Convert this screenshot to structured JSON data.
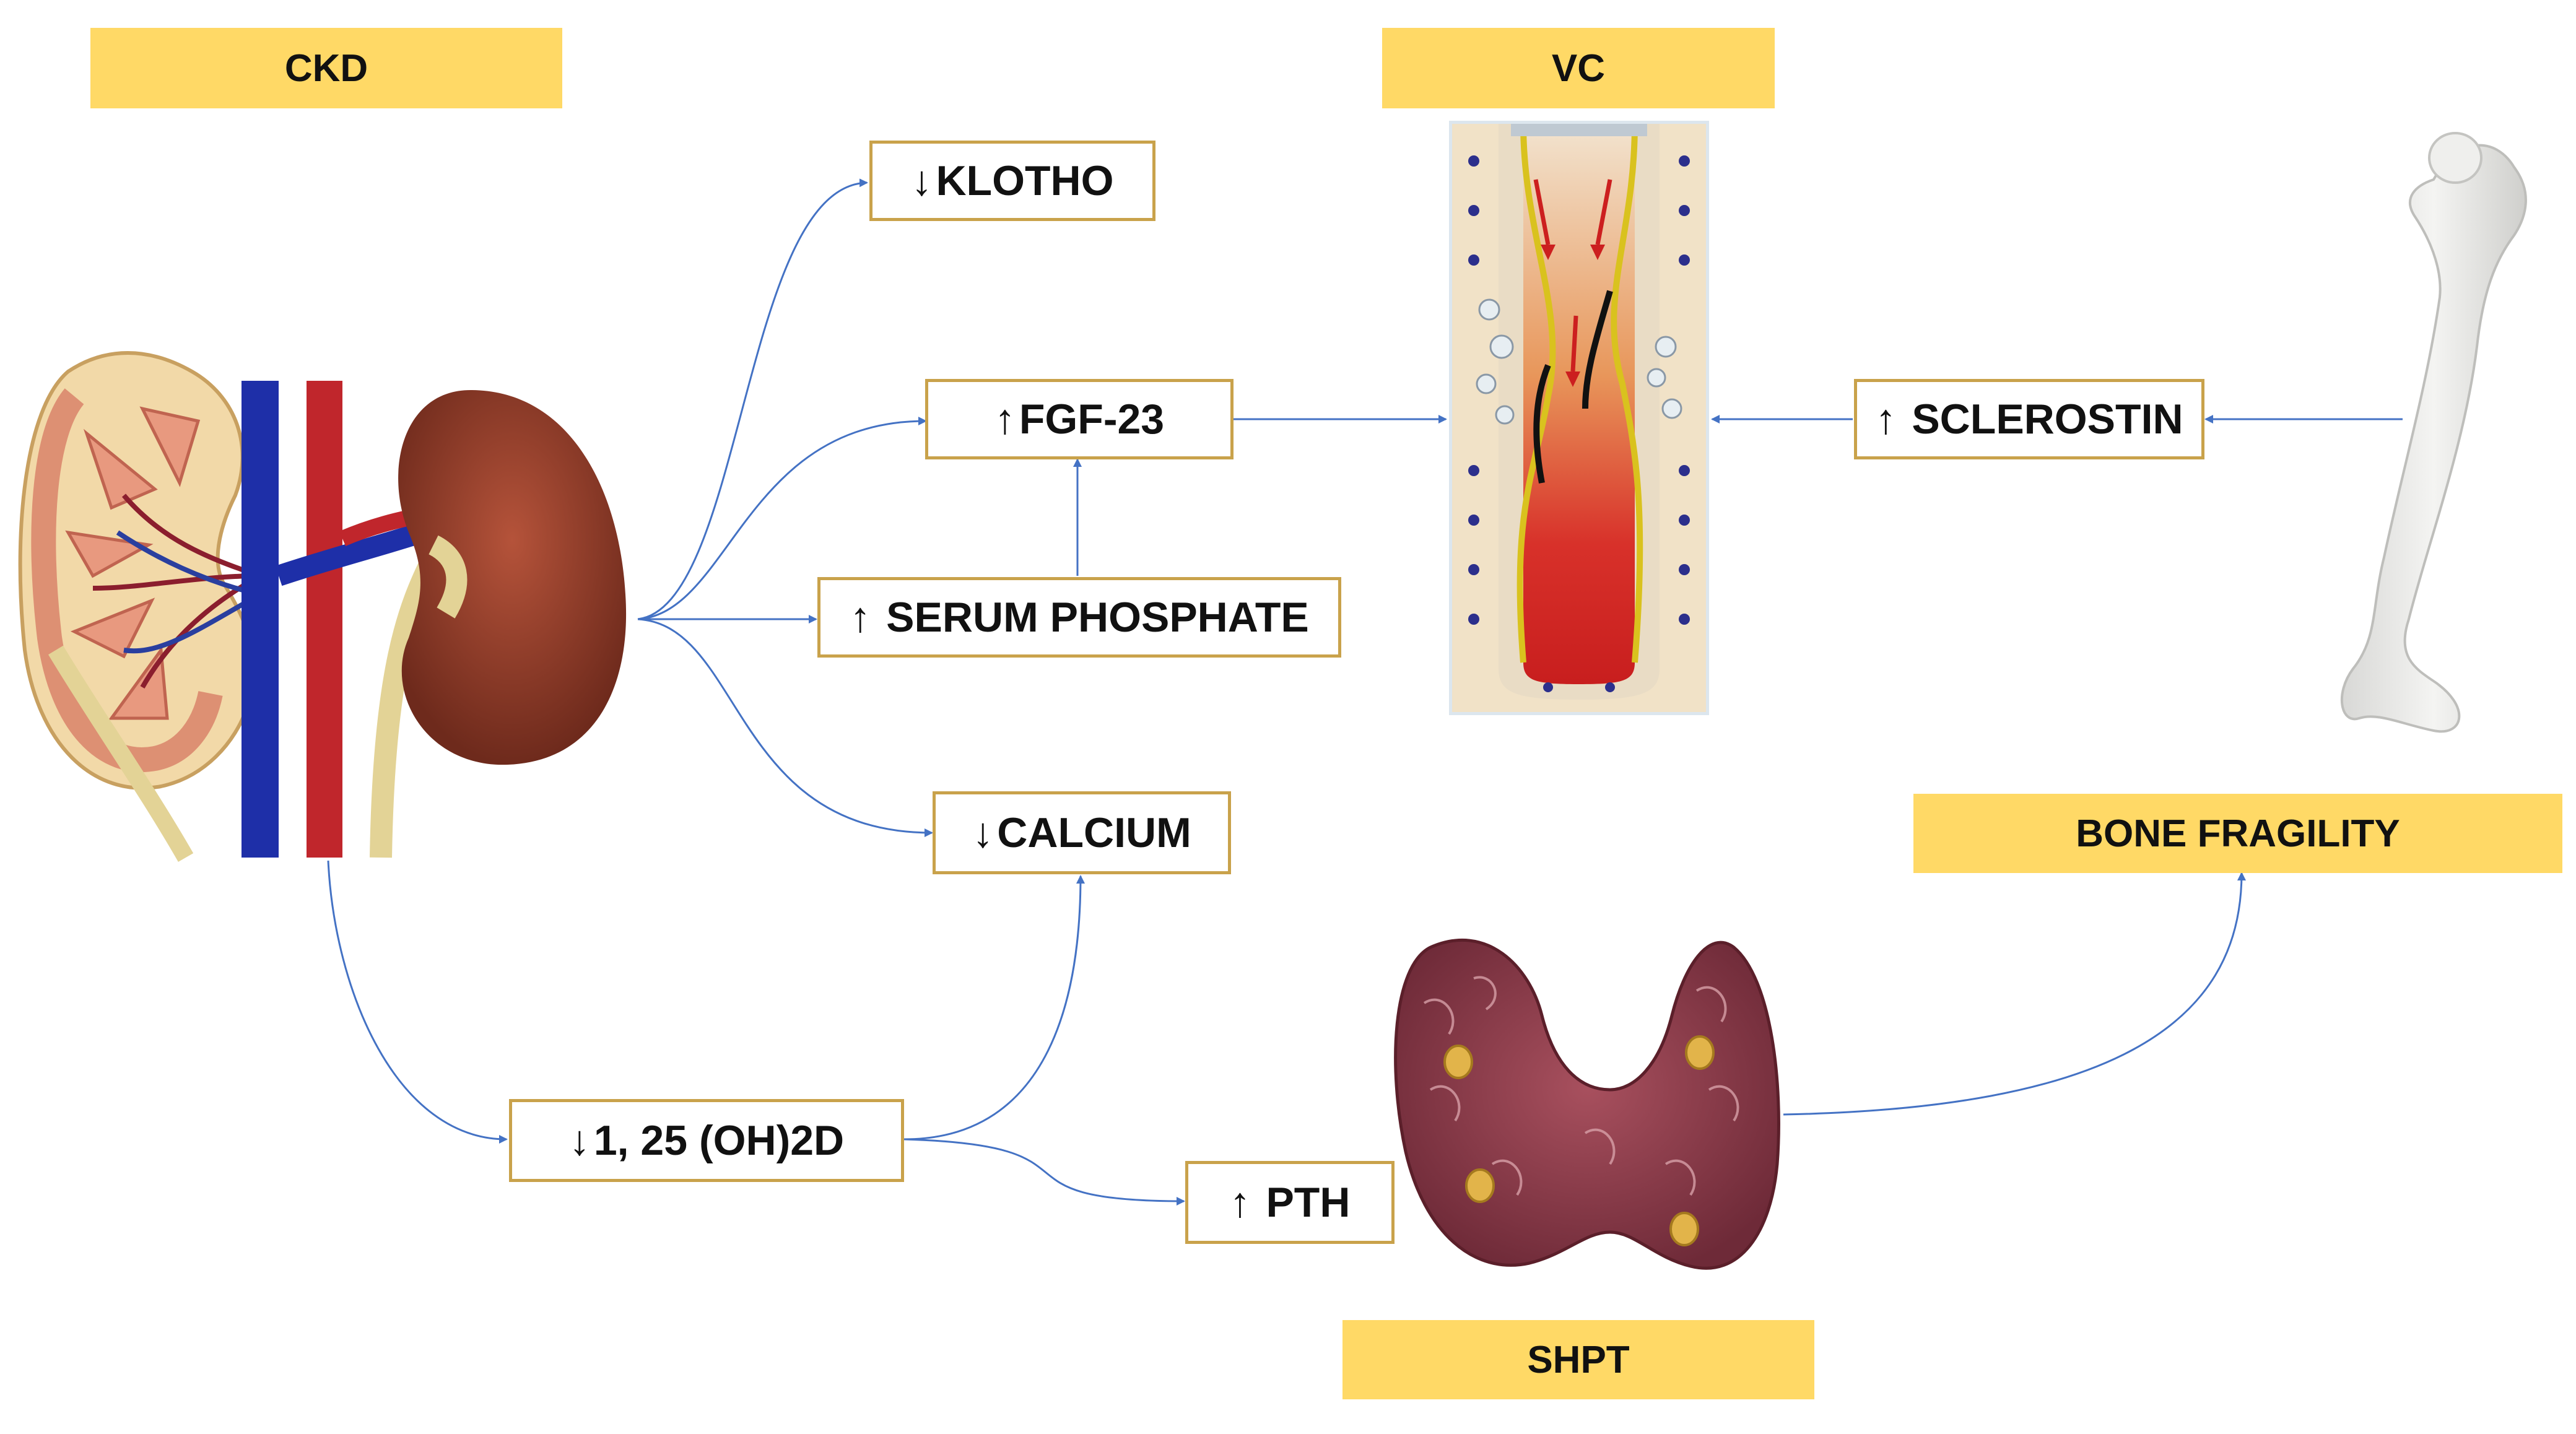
{
  "headers": {
    "ckd": "CKD",
    "vc": "VC",
    "bone_fragility": "BONE FRAGILITY",
    "shpt": "SHPT"
  },
  "nodes": {
    "klotho": {
      "arrow": "↓",
      "text": "KLOTHO"
    },
    "fgf23": {
      "arrow": "↑",
      "text": "FGF-23"
    },
    "serum_phosphate": {
      "arrow": "↑",
      "text": " SERUM PHOSPHATE"
    },
    "calcium": {
      "arrow": "↓",
      "text": "CALCIUM"
    },
    "vitd": {
      "arrow": "↓",
      "text": "1, 25 (OH)2D"
    },
    "pth": {
      "arrow": "↑",
      "text": " PTH"
    },
    "sclerostin": {
      "arrow": "↑",
      "text": " SCLEROSTIN"
    }
  },
  "icons": [
    "kidney-illustration",
    "artery-calcification-illustration",
    "femur-bone-illustration",
    "parathyroid-gland-illustration"
  ],
  "colors": {
    "header_fill": "#FFD966",
    "box_border": "#C9A24B",
    "connector": "#4472C4"
  }
}
